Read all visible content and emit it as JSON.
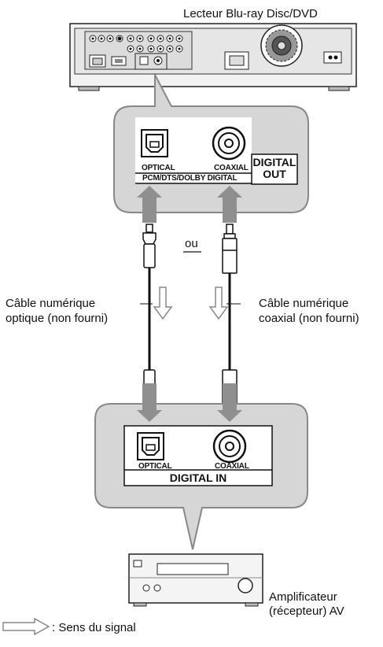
{
  "player": {
    "label": "Lecteur Blu-ray Disc/DVD"
  },
  "out_panel": {
    "optical_label": "OPTICAL",
    "coaxial_label": "COAXIAL",
    "format_label": "PCM/DTS/DOLBY DIGITAL",
    "digital_out_line1": "DIGITAL",
    "digital_out_line2": "OUT"
  },
  "connector_choice": {
    "label": "ou"
  },
  "cables": {
    "optical_line1": "Câble numérique",
    "optical_line2": "optique (non fourni)",
    "coaxial_line1": "Câble numérique",
    "coaxial_line2": "coaxial (non fourni)"
  },
  "in_panel": {
    "optical_label": "OPTICAL",
    "coaxial_label": "COAXIAL",
    "digital_in_label": "DIGITAL IN"
  },
  "amplifier": {
    "line1": "Amplificateur",
    "line2": "(récepteur) AV"
  },
  "legend": {
    "label": ": Sens du signal"
  },
  "colors": {
    "panel_fill": "#d6d6d6",
    "arrow_gray": "#8f8f8f",
    "outline": "#111111"
  }
}
